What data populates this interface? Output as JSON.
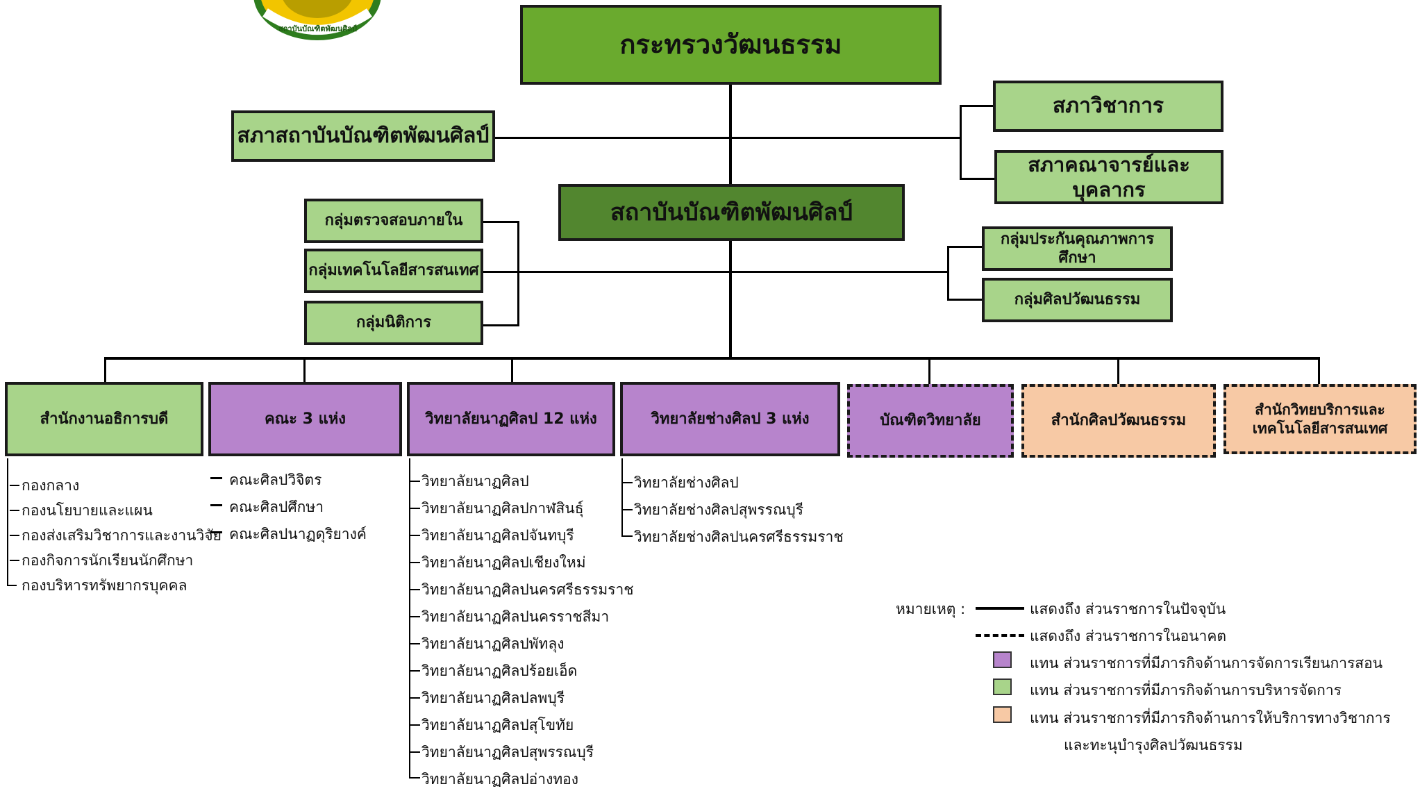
{
  "logo": {
    "text": "สถาบันบัณฑิตพัฒนศิลป์",
    "colors": {
      "ring": "#2e7d1e",
      "fill": "#f2c500"
    }
  },
  "top": {
    "ministry": "กระทรวงวัฒนธรรม",
    "council": "สภาสถาบันบัณฑิตพัฒนศิลป์",
    "academic_council": "สภาวิชาการ",
    "faculty_council": "สภาคณาจารย์และบุคลากร",
    "institute": "สถาบันบัณฑิตพัฒนศิลป์"
  },
  "side_left": [
    "กลุ่มตรวจสอบภายใน",
    "กลุ่มเทคโนโลยีสารสนเทศ",
    "กลุ่มนิติการ"
  ],
  "side_right": [
    "กลุ่มประกันคุณภาพการศึกษา",
    "กลุ่มศิลปวัฒนธรรม"
  ],
  "units": [
    {
      "name": "สำนักงานอธิการบดี",
      "type": "management",
      "status": "current"
    },
    {
      "name": "คณะ 3 แห่ง",
      "type": "teaching",
      "status": "current"
    },
    {
      "name": "วิทยาลัยนาฏศิลป 12 แห่ง",
      "type": "teaching",
      "status": "current"
    },
    {
      "name": "วิทยาลัยช่างศิลป 3 แห่ง",
      "type": "teaching",
      "status": "current"
    },
    {
      "name": "บัณฑิตวิทยาลัย",
      "type": "teaching",
      "status": "future"
    },
    {
      "name": "สำนักศิลปวัฒนธรรม",
      "type": "academic-service",
      "status": "future"
    },
    {
      "name": "สำนักวิทยบริการและเทคโนโลยีสารสนเทศ",
      "type": "academic-service",
      "status": "future"
    }
  ],
  "lists": {
    "office": [
      "กองกลาง",
      "กองนโยบายและแผน",
      "กองส่งเสริมวิชาการและงานวิจัย",
      "กองกิจการนักเรียนนักศึกษา",
      "กองบริหารทรัพยากรบุคคล"
    ],
    "faculties": [
      "คณะศิลปวิจิตร",
      "คณะศิลปศึกษา",
      "คณะศิลปนาฏดุริยางค์"
    ],
    "dramatic_colleges": [
      "วิทยาลัยนาฏศิลป",
      "วิทยาลัยนาฏศิลปกาฬสินธุ์",
      "วิทยาลัยนาฏศิลปจันทบุรี",
      "วิทยาลัยนาฏศิลปเชียงใหม่",
      "วิทยาลัยนาฏศิลปนครศรีธรรมราช",
      "วิทยาลัยนาฏศิลปนครราชสีมา",
      "วิทยาลัยนาฏศิลปพัทลุง",
      "วิทยาลัยนาฏศิลปร้อยเอ็ด",
      "วิทยาลัยนาฏศิลปลพบุรี",
      "วิทยาลัยนาฏศิลปสุโขทัย",
      "วิทยาลัยนาฏศิลปสุพรรณบุรี",
      "วิทยาลัยนาฏศิลปอ่างทอง"
    ],
    "craft_colleges": [
      "วิทยาลัยช่างศิลป",
      "วิทยาลัยช่างศิลปสุพรรณบุรี",
      "วิทยาลัยช่างศิลปนครศรีธรรมราช"
    ]
  },
  "legend": {
    "label": "หมายเหตุ :",
    "solid": "แสดงถึง ส่วนราชการในปัจจุบัน",
    "dashed": "แสดงถึง ส่วนราชการในอนาคต",
    "purple": "แทน ส่วนราชการที่มีภารกิจด้านการจัดการเรียนการสอน",
    "green": "แทน ส่วนราชการที่มีภารกิจด้านการบริหารจัดการ",
    "peach_1": "แทน ส่วนราชการที่มีภารกิจด้านการให้บริการทางวิชาการ",
    "peach_2": "และทะนุบำรุงศิลปวัฒนธรรม"
  },
  "colors": {
    "green_light": "#a8d48a",
    "green_mid": "#6aaa2e",
    "green_dark": "#52862f",
    "purple": "#b784cc",
    "peach": "#f7c9a5"
  }
}
